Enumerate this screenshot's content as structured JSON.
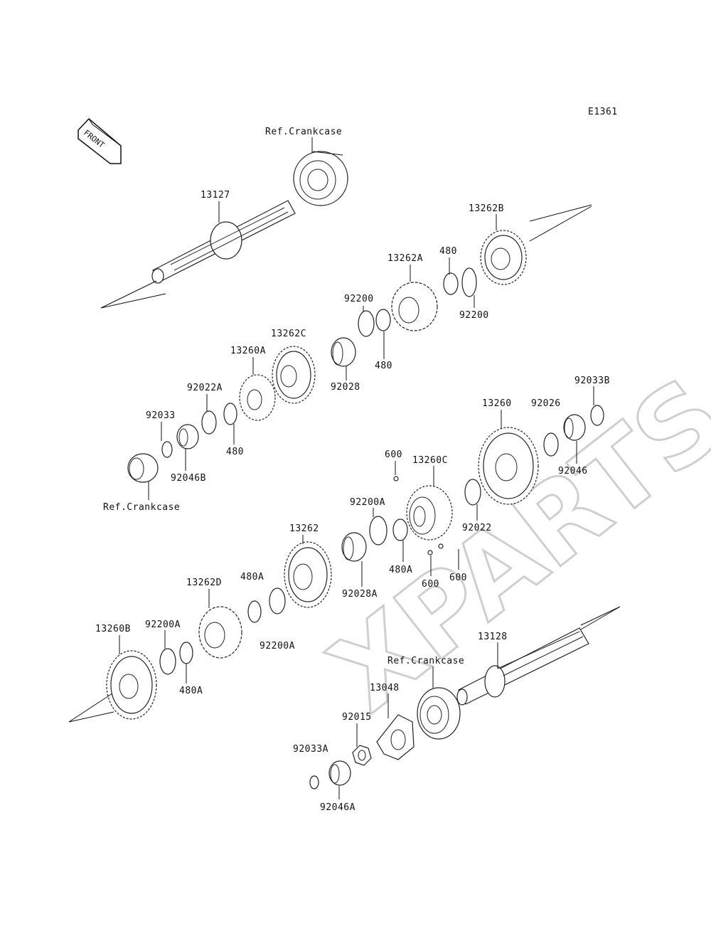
{
  "diagram_code": "E1361",
  "front_label": "FRONT",
  "watermark": "XPARTS",
  "labels": {
    "ref_crankcase_top": "Ref.Crankcase",
    "p13127": "13127",
    "p13262B": "13262B",
    "p480_a": "480",
    "p13262A": "13262A",
    "p92200_a": "92200",
    "p92200_b": "92200",
    "p13262C": "13262C",
    "p480_b": "480",
    "p13260A": "13260A",
    "p92028": "92028",
    "p92022A": "92022A",
    "p92033": "92033",
    "p480_c": "480",
    "p92046B": "92046B",
    "ref_crankcase_left": "Ref.Crankcase",
    "p600_a": "600",
    "p13260C": "13260C",
    "p13260": "13260",
    "p92026": "92026",
    "p92033B": "92033B",
    "p92046": "92046",
    "p92022": "92022",
    "p92200A_a": "92200A",
    "p13262": "13262",
    "p480A_a": "480A",
    "p600_b": "600",
    "p600_c": "600",
    "p92028A": "92028A",
    "p480A_b": "480A",
    "p13262D": "13262D",
    "p13260B": "13260B",
    "p92200A_b": "92200A",
    "p92200A_c": "92200A",
    "p480A_c": "480A",
    "p13128": "13128",
    "ref_crankcase_bottom": "Ref.Crankcase",
    "p13048": "13048",
    "p92015": "92015",
    "p92033A": "92033A",
    "p92046A": "92046A"
  }
}
